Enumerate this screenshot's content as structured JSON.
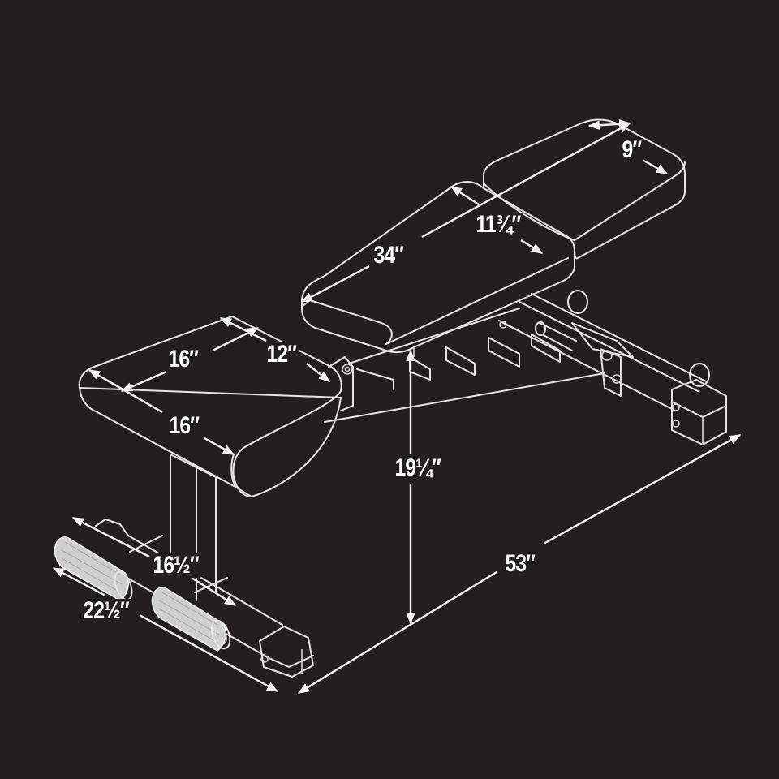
{
  "diagram": {
    "subject": "Adjustable weight bench",
    "style": "white line drawing on dark background",
    "colors": {
      "background": "#231f20",
      "line": "#e6e6e6",
      "text": "#ffffff"
    },
    "dimensions": {
      "back_pad_top_width": "9″",
      "back_pad_mid_width": "11¾″",
      "back_pad_length": "34″",
      "seat_pad_length": "16″",
      "seat_pad_width_back": "12″",
      "seat_pad_width_front": "16″",
      "seat_height": "19¼″",
      "overall_length": "53″",
      "front_stabilizer_inner": "16½″",
      "front_stabilizer_width": "22½″"
    }
  }
}
